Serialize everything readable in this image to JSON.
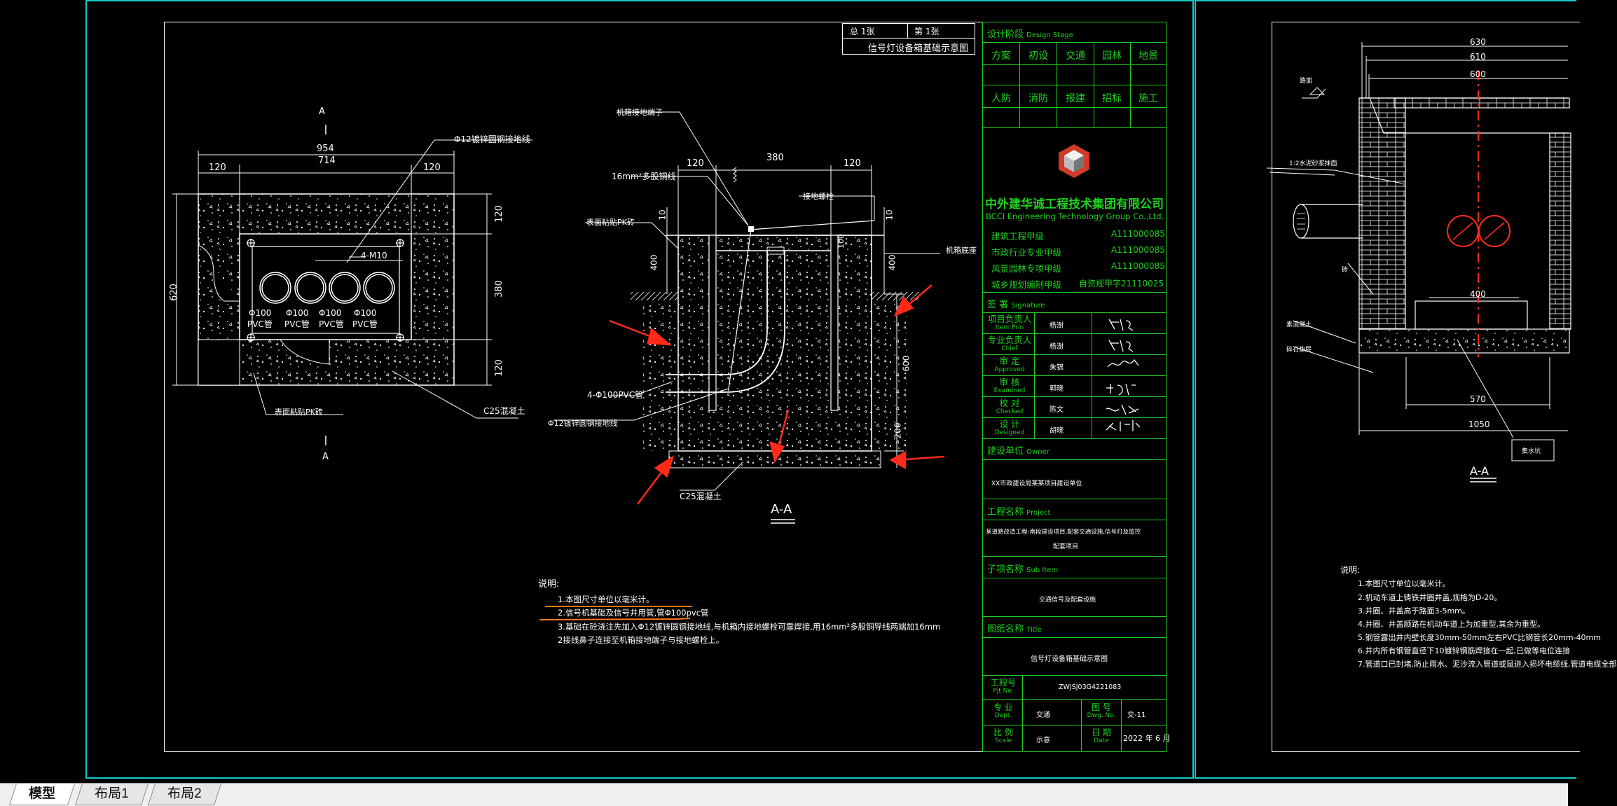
{
  "tabs": [
    {
      "label": "模型",
      "active": true
    },
    {
      "label": "布局1",
      "active": false
    },
    {
      "label": "布局2",
      "active": false
    }
  ],
  "drawing_header": {
    "total": "总  1张",
    "page": "第  1张",
    "title": "信号灯设备箱基础示意图"
  },
  "plan_view": {
    "section_mark_top": "A",
    "section_mark_bottom": "A",
    "dim_954": "954",
    "dim_714": "714",
    "dim_120_l": "120",
    "dim_120_r": "120",
    "dim_620": "620",
    "dim_120_t": "120",
    "dim_380": "380",
    "dim_120_b": "120",
    "label_ground_wire": "Φ12镀锌圆钢接地线",
    "label_bolts": "4-M10",
    "pipes": [
      "Φ100\nPVC管",
      "Φ100\nPVC管",
      "Φ100\nPVC管",
      "Φ100\nPVC管"
    ],
    "pipe_label": "PVC管",
    "pipe_dia": "Φ100",
    "label_brick": "表面粘贴PK砖",
    "label_concrete": "C25混凝土"
  },
  "section_view": {
    "label_terminal": "机箱接地端子",
    "label_copper": "16mm²多股铜线",
    "label_bolt": "接地螺栓",
    "label_brick": "表面粘贴PK砖",
    "label_cabinet_bottom": "机箱底座",
    "label_pvc": "4-Φ100PVC管",
    "label_ground_wire": "Φ12镀锌圆钢接地线",
    "label_concrete": "C25混凝土",
    "dim_120_l": "120",
    "dim_380": "380",
    "dim_120_r": "120",
    "dim_10_l": "10",
    "dim_10_r": "10",
    "dim_400_l": "400",
    "dim_400_r": "400",
    "dim_600": "600",
    "dim_200": "200",
    "dim_100": "100",
    "section_title": "A-A"
  },
  "notes": {
    "heading": "说明:",
    "items": [
      "1.本图尺寸单位以毫米计。",
      "2.信号机基础及信号井用管,管Φ100pvc管",
      "3.基础在砼浇注先加入Φ12镀锌圆钢接地线,与机箱内接地螺栓可靠焊接,用16mm²多股铜导线两端加16mm",
      "  2接线鼻子连接至机箱接地端子与接地螺栓上。"
    ]
  },
  "title_block": {
    "design_stage": "设计阶段",
    "design_stage_en": "Design Stage",
    "stages_row1": [
      "方案",
      "初设",
      "交通",
      "园林",
      "地景"
    ],
    "stages_row2": [
      "人防",
      "消防",
      "报建",
      "招标",
      "施工"
    ],
    "company_cn": "中外建华诚工程技术集团有限公司",
    "company_en": "BCCI Engineering Technology Group Co.,Ltd.",
    "qualifications": [
      {
        "name": "建筑工程甲级",
        "code": "A111000085"
      },
      {
        "name": "市政行业专业甲级",
        "code": "A111000085"
      },
      {
        "name": "风景园林专项甲级",
        "code": "A111000085"
      },
      {
        "name": "城乡规划编制甲级",
        "code": "自资规甲字21110025"
      }
    ],
    "signature": "签  署",
    "signature_en": "Signature",
    "roles": [
      {
        "cn": "项目负责人",
        "en": "Item Prin"
      },
      {
        "cn": "专业负责人",
        "en": "Chief"
      },
      {
        "cn": "审  定",
        "en": "Approved"
      },
      {
        "cn": "审  核",
        "en": "Examined"
      },
      {
        "cn": "校  对",
        "en": "Checked"
      },
      {
        "cn": "设  计",
        "en": "Designed"
      }
    ],
    "owner": "建设单位",
    "owner_en": "Owner",
    "owner_value": "XX市政建设局某某项目建设单位",
    "project": "工程名称",
    "project_en": "Project",
    "project_value_1": "某道路改造工程-南段建设项目,配套交通设施,信号灯及监控",
    "project_value_2": "配套项目",
    "sub_item": "子项名称",
    "sub_item_en": "Sub Item",
    "sub_item_value": "交通信号及配套设施",
    "drawing_title": "图纸名称",
    "drawing_title_en": "Title",
    "drawing_title_value": "信号灯设备箱基础示意图",
    "pjt_no_label": "工程号",
    "pjt_no_en": "Pjt.No.",
    "pjt_no_value": "ZWJSJ03G4221083",
    "dept_label": "专  业",
    "dept_en": "Dept.",
    "dept_value": "交通",
    "dwg_no_label": "图  号",
    "dwg_no_en": "Dwg. No.",
    "dwg_no_value": "交-11",
    "scale_label": "比  例",
    "scale_en": "Scale",
    "scale_value": "示意",
    "date_label": "日  期",
    "date_en": "Date",
    "date_value": "2022 年 6 月"
  },
  "right_sheet": {
    "dim_630": "630",
    "dim_610": "610",
    "dim_600": "600",
    "dim_400": "400",
    "dim_570": "570",
    "dim_1050": "1050",
    "section_title": "A-A",
    "label_ground": "路面",
    "label_mortar": "1:2水泥砂浆抹面",
    "label_brick": "砖",
    "label_base": "素混凝土",
    "label_gravel": "碎石垫层",
    "label_box": "集水坑",
    "notes_heading": "说明:",
    "notes": [
      "1.本图尺寸单位以毫米计。",
      "2.机动车道上铸铁井圈井盖,规格为D-20。",
      "3.井圈、井盖高于路面3-5mm。",
      "4.井圈、井盖顺路在机动车道上为加重型,其余为重型。",
      "5.钢管露出井内壁长度30mm-50mm左右PVC比钢管长20mm-40mm",
      "6.井内所有钢管直径下10镀锌钢筋焊接在一起,已做等电位连接",
      "7.管道口已封堵,防止雨水、泥沙流入管道或鼠进入损坏电缆线,管道电缆全部"
    ]
  }
}
